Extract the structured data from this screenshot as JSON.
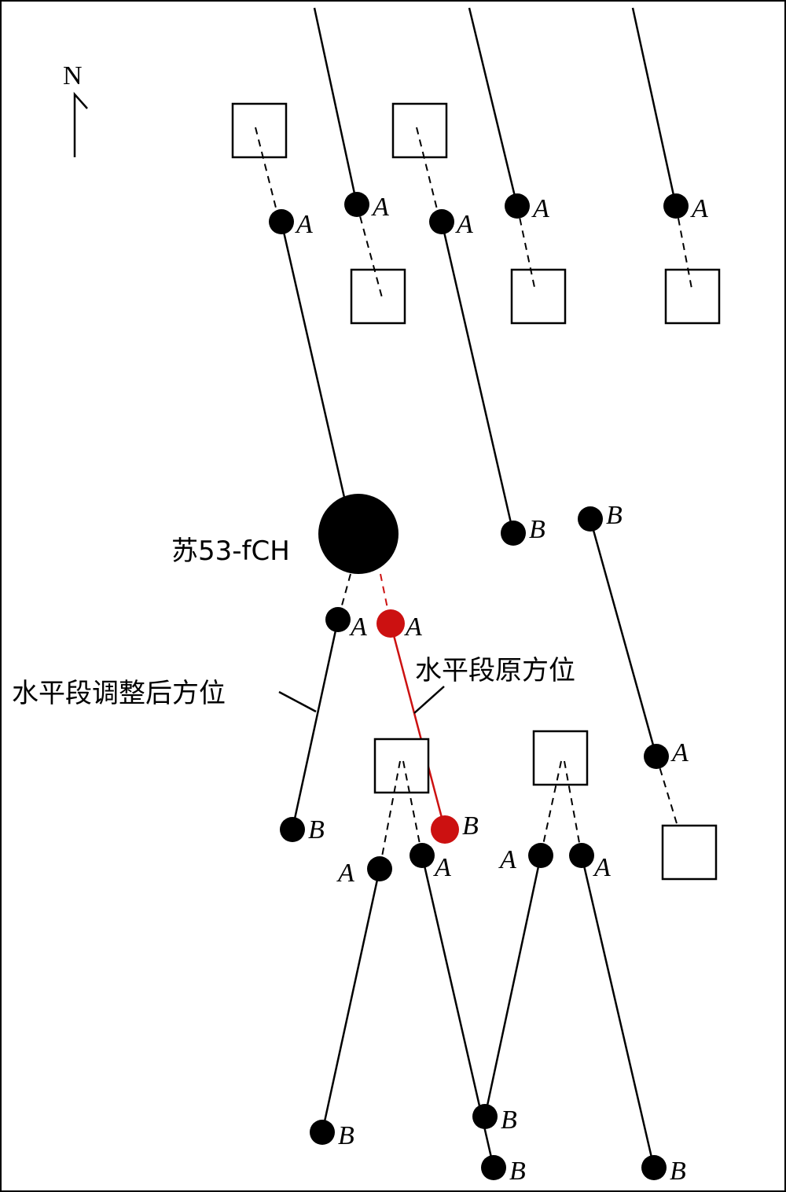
{
  "north_label": "N",
  "well_name": "苏53-fCH",
  "label_adjusted": "水平段调整后方位",
  "label_original": "水平段原方位",
  "point_label_a": "A",
  "point_label_b": "B",
  "colors": {
    "line": "#000000",
    "original_azimuth": "#cc1111",
    "background": "#ffffff"
  },
  "icons": {
    "north": "north-arrow-icon",
    "pad": "well-pad-square-icon",
    "point": "target-point-icon",
    "well": "vertical-well-icon"
  }
}
